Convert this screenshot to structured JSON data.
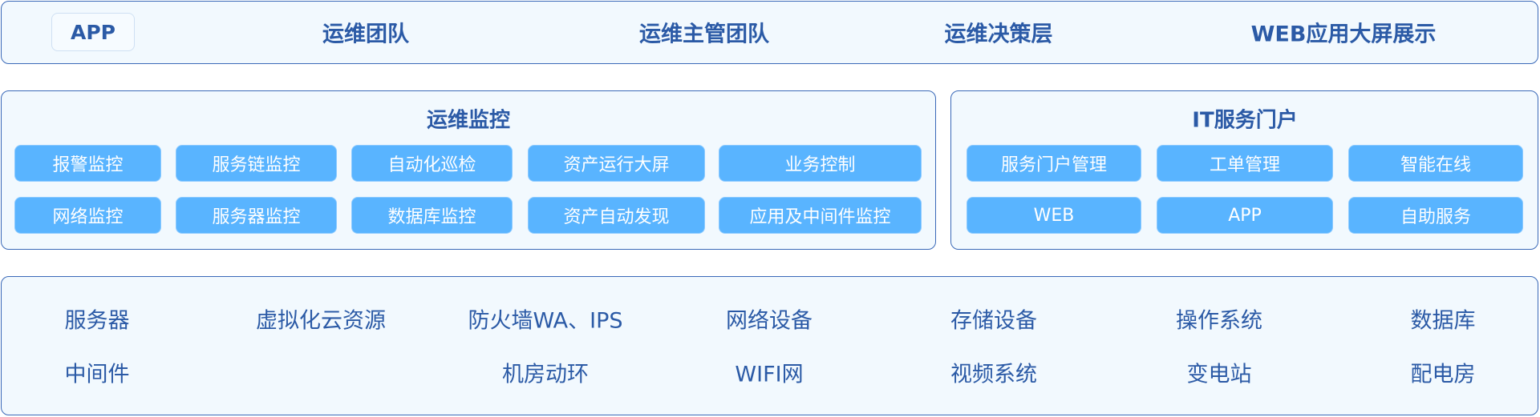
{
  "top_bar": {
    "app_label": "APP",
    "items": [
      "运维团队",
      "运维主管团队",
      "运维决策层",
      "WEB应用大屏展示"
    ]
  },
  "monitoring": {
    "title": "运维监控",
    "buttons": [
      "报警监控",
      "服务链监控",
      "自动化巡检",
      "资产运行大屏",
      "业务控制",
      "网络监控",
      "服务器监控",
      "数据库监控",
      "资产自动发现",
      "应用及中间件监控"
    ]
  },
  "it_portal": {
    "title": "IT服务门户",
    "buttons": [
      "服务门户管理",
      "工单管理",
      "智能在线",
      "WEB",
      "APP",
      "自助服务"
    ]
  },
  "infrastructure": {
    "row1": [
      "服务器",
      "虚拟化云资源",
      "防火墙WA、IPS",
      "网络设备",
      "存储设备",
      "操作系统",
      "数据库"
    ],
    "row2": [
      "中间件",
      "机房动环",
      "WIFI网",
      "视频系统",
      "变电站",
      "配电房"
    ]
  }
}
